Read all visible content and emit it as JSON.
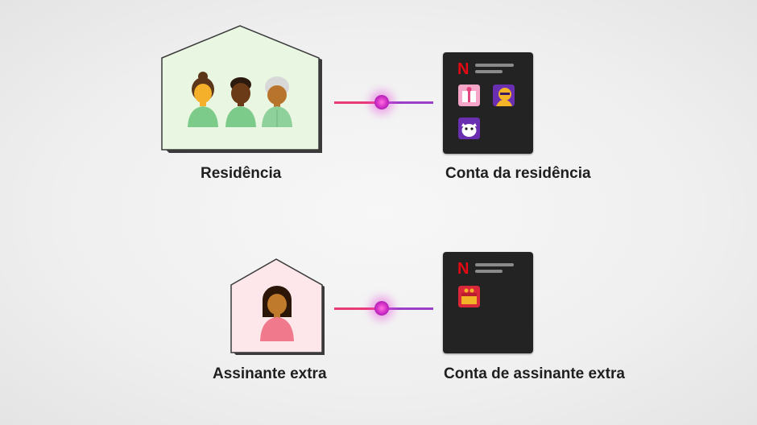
{
  "households": [
    {
      "label": "Residência",
      "house_color": "#e9f6e1",
      "people_count": 3
    },
    {
      "label": "Assinante extra",
      "house_color": "#fde7ea",
      "people_count": 1
    }
  ],
  "accounts": [
    {
      "label": "Conta da residência",
      "brand_letter": "N",
      "profiles": [
        "pink-gift-profile-icon",
        "purple-character-profile-icon",
        "purple-penguin-profile-icon"
      ]
    },
    {
      "label": "Conta de assinante extra",
      "brand_letter": "N",
      "profiles": [
        "red-gift-profile-icon"
      ]
    }
  ],
  "colors": {
    "netflix_red": "#e50914",
    "connector_pink": "#e83a77",
    "connector_purple": "#9b3ec8",
    "device_dark": "#232323"
  }
}
